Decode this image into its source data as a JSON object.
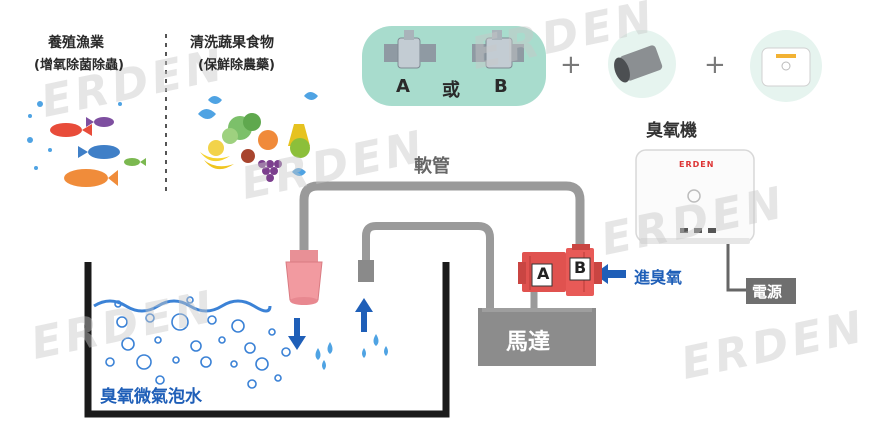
{
  "labels": {
    "aquaculture_title": "養殖漁業",
    "aquaculture_sub": "(增氧除菌除蟲)",
    "washing_title": "清洗蔬果食物",
    "washing_sub": "(保鮮除農藥)",
    "option_a": "A",
    "option_or": "或",
    "option_b": "B",
    "plus_1": "+",
    "plus_2": "+",
    "ozone_machine": "臭氧機",
    "hose": "軟管",
    "ozone_in": "進臭氧",
    "power": "電源",
    "motor": "馬達",
    "ozone_water": "臭氧微氣泡水",
    "venturi_a": "A",
    "venturi_b": "B",
    "device_brand": "ERDEN"
  },
  "watermark": "ERDEN",
  "colors": {
    "pipe": "#9a9a9a",
    "tank_line": "#1a1a1a",
    "water_line": "#3b82d6",
    "arrow_blue": "#1f5fb8",
    "venturi_red": "#e0524f",
    "nozzle_pink": "#f29aa0",
    "motor_gray": "#8c8c8c",
    "option_panel": "#a8dccd",
    "power_box": "#6f6f6f"
  }
}
